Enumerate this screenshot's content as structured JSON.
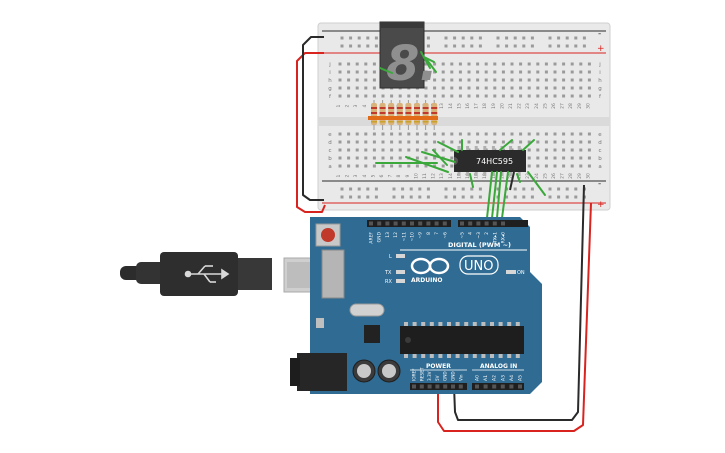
{
  "breadboard": {
    "rail_plus": "+",
    "rail_minus": "-",
    "row_letters_top": [
      "j",
      "i",
      "h",
      "g",
      "f"
    ],
    "row_letters_bottom": [
      "e",
      "d",
      "c",
      "b",
      "a"
    ],
    "column_numbers": [
      "1",
      "2",
      "3",
      "4",
      "5",
      "6",
      "7",
      "8",
      "9",
      "10",
      "11",
      "12",
      "13",
      "14",
      "15",
      "16",
      "17",
      "18",
      "19",
      "20",
      "21",
      "22",
      "23",
      "24",
      "25",
      "26",
      "27",
      "28",
      "29",
      "30"
    ]
  },
  "shift_register": {
    "label": "74HC595"
  },
  "seven_segment": {
    "digit": "8."
  },
  "arduino": {
    "brand": "ARDUINO",
    "model": "UNO",
    "digital_label": "DIGITAL (PWM ~)",
    "power_label": "POWER",
    "analog_label": "ANALOG IN",
    "on_label": "ON",
    "l_label": "L",
    "tx_label": "TX",
    "rx_label": "RX",
    "top_pins": [
      "AREF",
      "GND",
      "13",
      "12",
      "~11",
      "~10",
      "~9",
      "8",
      "7",
      "~6",
      "~5",
      "4",
      "~3",
      "2",
      "TX▸1",
      "RX◂0"
    ],
    "power_pins": [
      "IOREF",
      "RESET",
      "3.3V",
      "5V",
      "GND",
      "GND",
      "Vin"
    ],
    "analog_pins": [
      "A0",
      "A1",
      "A2",
      "A3",
      "A4",
      "A5"
    ]
  },
  "colors": {
    "board": "#2f6b93",
    "wire_red": "#d9231f",
    "wire_black": "#2a2a2a",
    "wire_green": "#3aa83a"
  }
}
